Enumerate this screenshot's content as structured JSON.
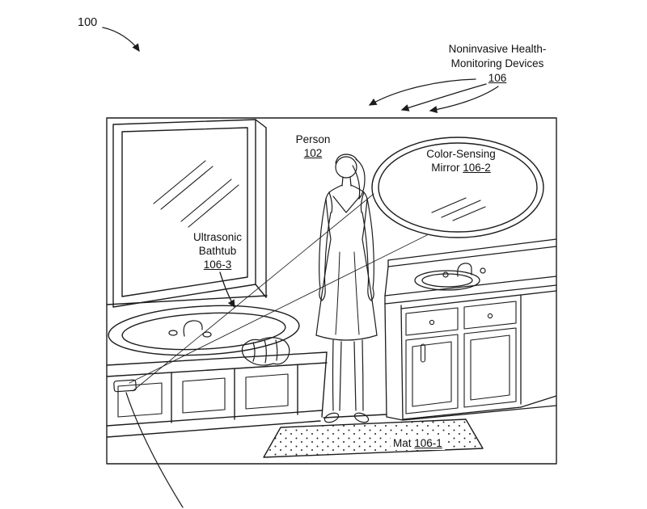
{
  "figure": {
    "number": "100",
    "devices": {
      "line1": "Noninvasive Health-",
      "line2": "Monitoring Devices",
      "ref": "106"
    },
    "person": {
      "label": "Person",
      "ref": "102"
    },
    "mirror": {
      "line1": "Color-Sensing",
      "line2_label": "Mirror",
      "ref": "106-2"
    },
    "bathtub": {
      "line1": "Ultrasonic",
      "line2": "Bathtub",
      "ref": "106-3"
    },
    "mat": {
      "label": "Mat",
      "ref": "106-1"
    }
  },
  "colors": {
    "ink": "#1c1c1c",
    "background": "#ffffff"
  }
}
